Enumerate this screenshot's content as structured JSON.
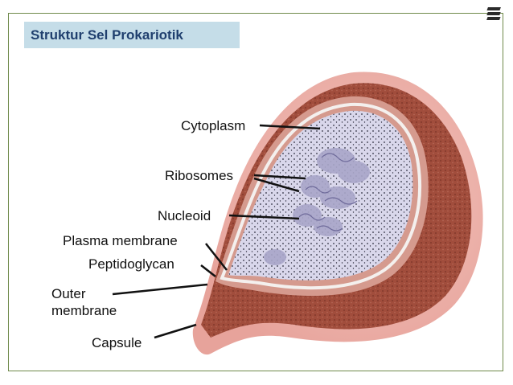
{
  "slide": {
    "title": "Struktur Sel Prokariotik"
  },
  "diagram": {
    "labels": {
      "cytoplasm": "Cytoplasm",
      "ribosomes": "Ribosomes",
      "nucleoid": "Nucleoid",
      "plasma_membrane": "Plasma membrane",
      "peptidoglycan": "Peptidoglycan",
      "outer_membrane_line1": "Outer",
      "outer_membrane_line2": "membrane",
      "capsule": "Capsule"
    },
    "colors": {
      "capsule_outer": "#e8a6a0",
      "capsule_inner": "#9a4a3a",
      "wall": "#c98c86",
      "cytoplasm": "#d8d6ea",
      "frame_border": "#6f8a4a",
      "title_bg": "#c5dde8",
      "title_text": "#1f3f6e"
    }
  }
}
